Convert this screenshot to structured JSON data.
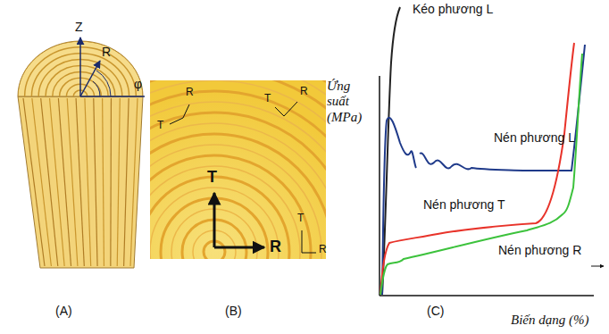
{
  "diagram": {
    "labels": [
      "Z",
      "R",
      "φ",
      "(A)",
      "R",
      "T",
      "T",
      "R",
      "T",
      "R",
      "T",
      "R",
      "(B)",
      "Kéo phương L",
      "Ứng suất (MPa)",
      "Nén phương L",
      "Nén phương T",
      "Nén phương R",
      "(C)",
      "Biến dạng (%)"
    ]
  }
}
